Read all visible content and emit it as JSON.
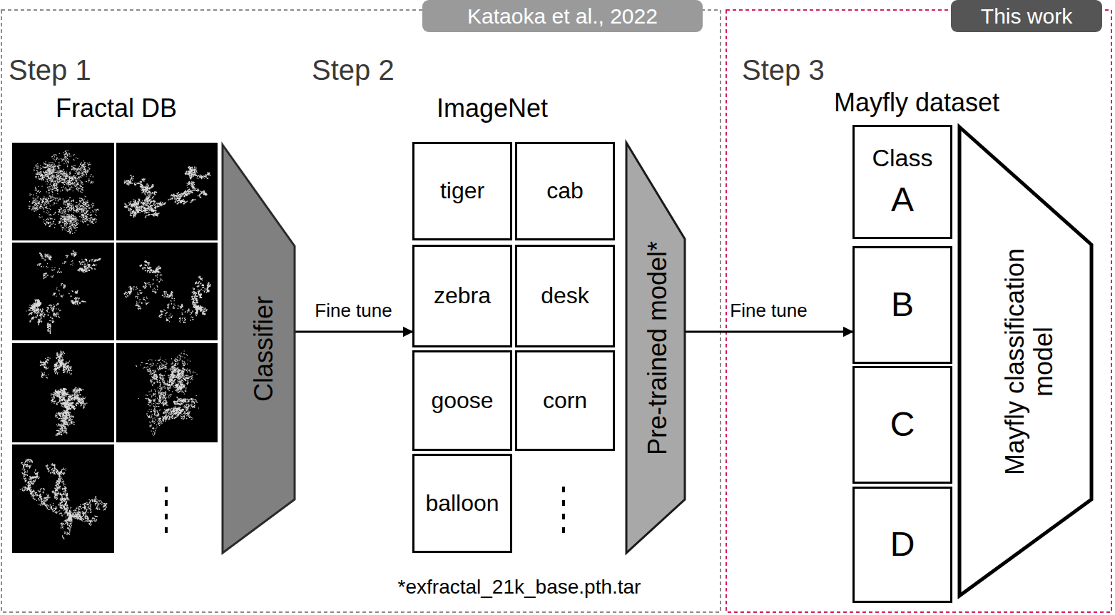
{
  "diagram": {
    "nodes": [
      {
        "text": [
          "Kataoka et al., 2022"
        ]
      },
      {
        "text": [
          "This work"
        ]
      },
      {
        "text": [
          "Classifier"
        ]
      },
      {
        "text": [
          "tiger"
        ]
      },
      {
        "text": [
          "cab"
        ]
      },
      {
        "text": [
          "zebra"
        ]
      },
      {
        "text": [
          "desk"
        ]
      },
      {
        "text": [
          "goose"
        ]
      },
      {
        "text": [
          "corn"
        ]
      },
      {
        "text": [
          "balloon"
        ]
      },
      {
        "text": [
          "Pre-trained model*"
        ]
      },
      {
        "text": [
          "Class",
          "A"
        ]
      },
      {
        "text": [
          "B"
        ]
      },
      {
        "text": [
          "C"
        ]
      },
      {
        "text": [
          "D"
        ]
      },
      {
        "text": [
          "Mayfly classification model"
        ]
      }
    ],
    "edges": [
      {
        "from": 2,
        "to": 5,
        "label": "Fine tune",
        "arrow": "to"
      },
      {
        "from": 10,
        "to": 12,
        "label": "Fine tune",
        "arrow": "to"
      }
    ],
    "labels": [
      "Step 1",
      "Step 2",
      "Step 3",
      "Fractal DB",
      "ImageNet",
      "Mayfly dataset",
      "*exfractal_21k_base.pth.tar"
    ]
  }
}
